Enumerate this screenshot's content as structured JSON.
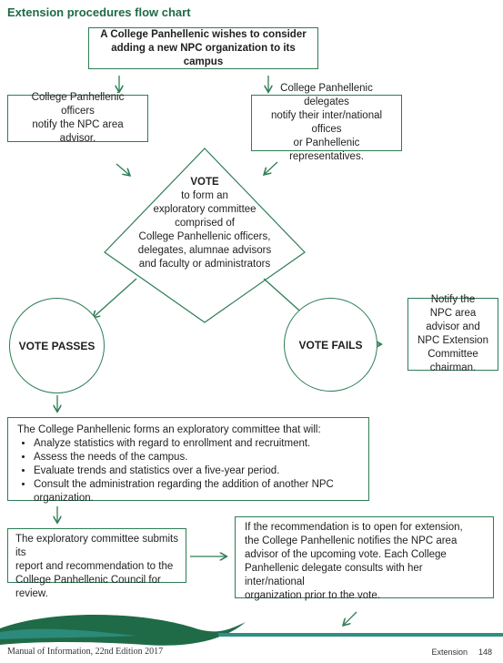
{
  "title": "Extension procedures flow chart",
  "start_box": {
    "line1": "A College Panhellenic wishes to consider",
    "line2": "adding a new NPC organization to its campus"
  },
  "officers_box": {
    "line1": "College Panhellenic officers",
    "line2": "notify the NPC area advisor."
  },
  "delegates_box": {
    "line1": "College Panhellenic delegates",
    "line2": "notify their inter/national offices",
    "line3": "or Panhellenic representatives."
  },
  "vote_diamond": {
    "heading": "VOTE",
    "lines": [
      "to form an",
      "exploratory committee",
      "comprised of",
      "College Panhellenic officers,",
      "delegates, alumnae advisors",
      "and faculty or administrators"
    ]
  },
  "vote_passes": "VOTE PASSES",
  "vote_fails": "VOTE FAILS",
  "notify_box": {
    "line1": "Notify the",
    "line2": "NPC area advisor and",
    "line3": "NPC Extension",
    "line4": "Committee chairman."
  },
  "committee_box": {
    "intro": "The College Panhellenic forms an exploratory committee that will:",
    "bullets": [
      "Analyze statistics with regard to enrollment and recruitment.",
      "Assess the needs of the campus.",
      "Evaluate trends and statistics over a five-year period.",
      "Consult the administration regarding the addition of another NPC organization."
    ]
  },
  "submit_box": {
    "line1": "The exploratory committee submits its",
    "line2": "report and recommendation to the",
    "line3": "College Panhellenic Council for review."
  },
  "recommend_box": {
    "line1": "If the recommendation is to open for extension,",
    "line2": "the College Panhellenic notifies the NPC area",
    "line3": "advisor of the upcoming vote. Each College",
    "line4": "Panhellenic delegate consults with her inter/national",
    "line5": "organization prior to the vote."
  },
  "footer": {
    "manual": "Manual of Information, 22nd Edition 2017",
    "section": "Extension",
    "page": "148"
  },
  "colors": {
    "accent": "#2e7d55",
    "title": "#1e6b45",
    "wave_dark": "#1f6b47",
    "wave_light": "#2f8f84"
  }
}
